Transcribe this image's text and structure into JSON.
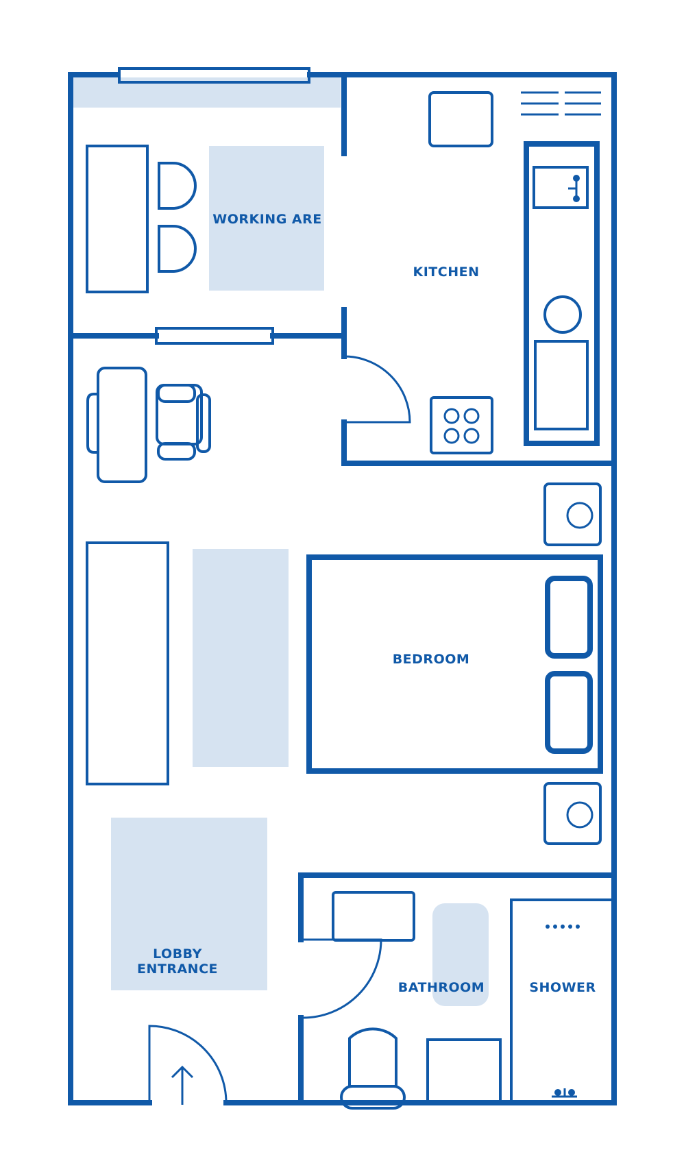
{
  "colors": {
    "wall": "#1059a8",
    "zone": "#d6e3f1",
    "background": "#ffffff"
  },
  "rooms": {
    "working_area": "WORKING ARE",
    "kitchen": "KITCHEN",
    "bedroom": "BEDROOM",
    "lobby_line1": "LOBBY",
    "lobby_line2": "ENTRANCE",
    "bathroom": "BATHROOM",
    "shower": "SHOWER"
  }
}
